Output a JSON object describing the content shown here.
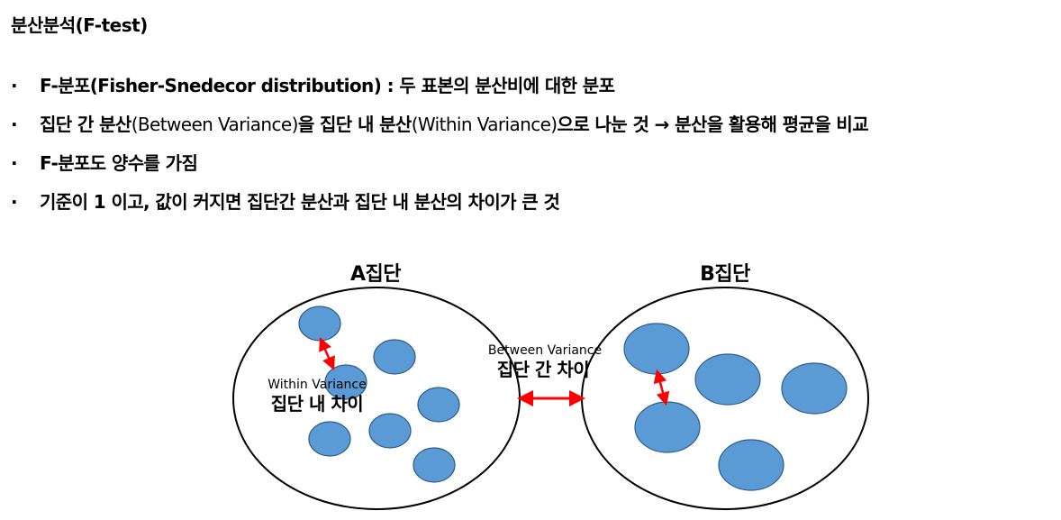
{
  "title": "분산분석(F-test)",
  "bullets": [
    {
      "text": "F-분포(Fisher-Snedecor distribution) : 두 표본의 분산비에 대한 분포"
    },
    {
      "text_a": "집단 간 분산",
      "text_b": "(Between Variance)",
      "text_c": "을 집단 내 분산",
      "text_d": "(Within Variance)",
      "text_e": "으로 나눈 것 → 분산을 활용해 평균을 비교"
    },
    {
      "text": "F-분포도 양수를 가짐"
    },
    {
      "text": "기준이 1 이고, 값이 커지면 집단간 분산과 집단 내 분산의 차이가 큰 것"
    }
  ],
  "bullet_symbol": "·",
  "diagram": {
    "group_a": {
      "label": "A집단"
    },
    "group_b": {
      "label": "B집단"
    },
    "within": {
      "en": "Within Variance",
      "ko": "집단 내 차이"
    },
    "between": {
      "en": "Between Variance",
      "ko": "집단 간 차이"
    },
    "colors": {
      "circle_fill": "#5b9bd5",
      "circle_stroke": "#2e5d8a",
      "arrow": "#ff0000",
      "outline": "#000000"
    }
  }
}
